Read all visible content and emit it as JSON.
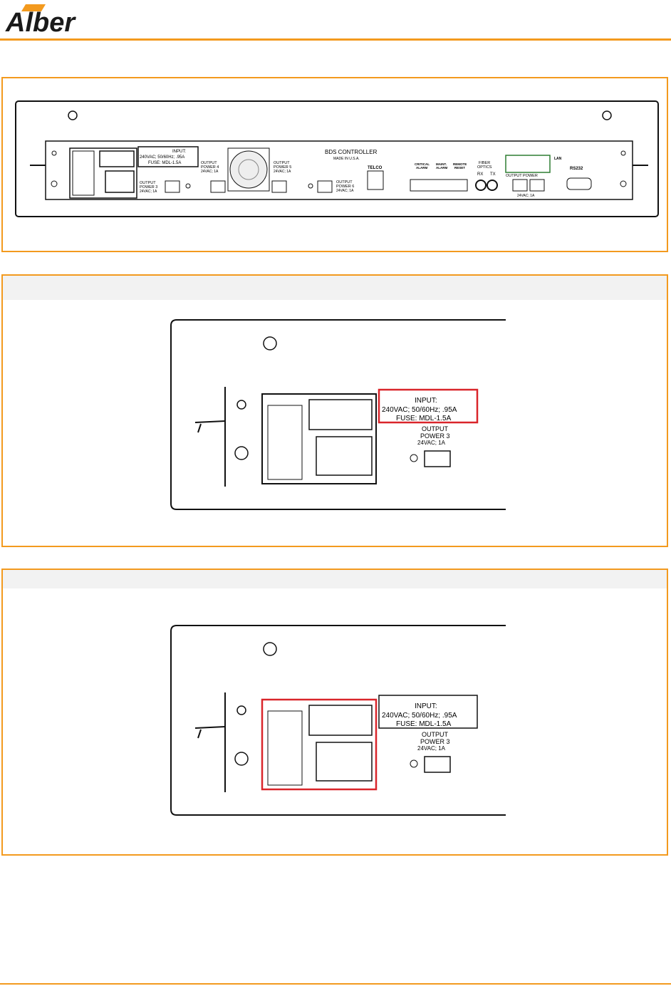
{
  "logo": {
    "text": "Alber",
    "accent_color": "#f39a1e",
    "text_color": "#1a1a1a"
  },
  "border_color": "#f39a1e",
  "highlight_color": "#d9252a",
  "panel1": {
    "device": {
      "title": "BDS CONTROLLER",
      "made_in": "MADE IN U.S.A.",
      "warning_input": "INPUT:",
      "warning_spec": "240VAC; 50/60Hz; .95A",
      "warning_fuse": "FUSE: MDL-1.5A",
      "out3_a": "OUTPUT",
      "out3_b": "POWER 3",
      "out3_c": "24VAC; 1A",
      "out4_a": "OUTPUT",
      "out4_b": "POWER 4",
      "out4_c": "24VAC; 1A",
      "out5_a": "OUTPUT",
      "out5_b": "POWER 5",
      "out5_c": "24VAC; 1A",
      "out6_a": "OUTPUT",
      "out6_b": "POWER 6",
      "out6_c": "24VAC; 1A",
      "telco": "TELCO",
      "critical_a": "CRITICAL",
      "critical_b": "ALARM",
      "maint_a": "MAINT.",
      "maint_b": "ALARM",
      "remote_a": "REMOTE",
      "remote_b": "RESET",
      "fiber_a": "FIBER",
      "fiber_b": "OPTICS",
      "rx": "RX",
      "tx": "TX",
      "lan": "LAN",
      "output_power": "OUTPUT POWER",
      "op_spec": "24VAC; 1A",
      "rs232": "RS232"
    }
  },
  "panel2": {
    "warning_input": "INPUT:",
    "warning_spec": "240VAC; 50/60Hz; .95A",
    "warning_fuse": "FUSE: MDL-1.5A",
    "out3_a": "OUTPUT",
    "out3_b": "POWER 3",
    "out3_c": "24VAC; 1A"
  },
  "panel3": {
    "warning_input": "INPUT:",
    "warning_spec": "240VAC; 50/60Hz; .95A",
    "warning_fuse": "FUSE: MDL-1.5A",
    "out3_a": "OUTPUT",
    "out3_b": "POWER 3",
    "out3_c": "24VAC; 1A"
  }
}
